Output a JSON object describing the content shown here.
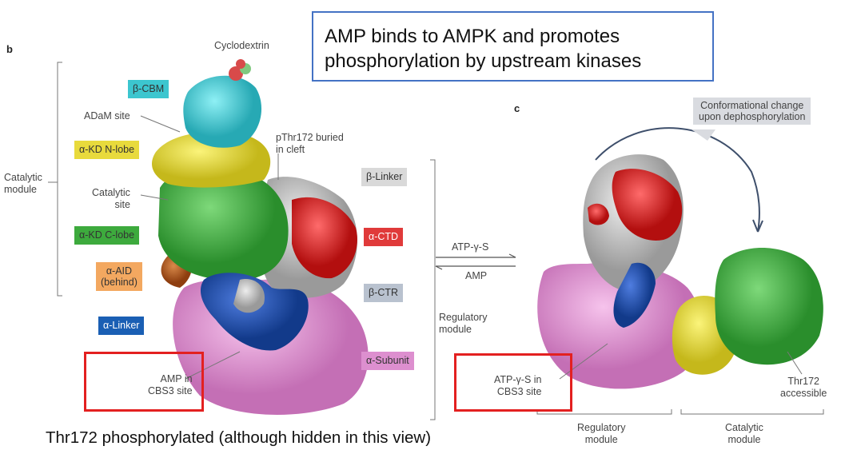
{
  "callout": {
    "text_line1": "AMP binds to AMPK and promotes",
    "text_line2": "phosphorylation by upstream kinases",
    "border_color": "#4472c4"
  },
  "panel_b": {
    "letter": "b",
    "top_label": "Cyclodextrin",
    "left_labels": {
      "catalytic_module_1": "Catalytic",
      "catalytic_module_2": "module",
      "adam_site": "ADaM site",
      "catalytic_site_1": "Catalytic",
      "catalytic_site_2": "site",
      "amp_cbs3_1": "AMP in",
      "amp_cbs3_2": "CBS3 site"
    },
    "tags_left": {
      "b_cbm": "β-CBM",
      "a_kd_n": "α-KD N-lobe",
      "a_kd_c": "α-KD C-lobe",
      "a_aid_1": "α-AID",
      "a_aid_2": "(behind)",
      "a_linker": "α-Linker"
    },
    "pthr_1": "pThr172 buried",
    "pthr_2": "in cleft",
    "tags_right": {
      "b_linker": "β-Linker",
      "a_ctd": "α-CTD",
      "b_ctr": "β-CTR",
      "a_subunit": "α-Subunit"
    },
    "regulatory_1": "Regulatory",
    "regulatory_2": "module"
  },
  "equilibrium": {
    "forward": "ATP-γ-S",
    "reverse": "AMP"
  },
  "panel_c": {
    "letter": "c",
    "conf_1": "Conformational change",
    "conf_2": "upon dephosphorylation",
    "atp_cbs3_1": "ATP-γ-S in",
    "atp_cbs3_2": "CBS3 site",
    "thr_1": "Thr172",
    "thr_2": "accessible",
    "regulatory_1": "Regulatory",
    "regulatory_2": "module",
    "catalytic_1": "Catalytic",
    "catalytic_2": "module"
  },
  "caption": "Thr172 phosphorylated (although hidden in this view)",
  "colors": {
    "cyan": "#3cc6cf",
    "yellow": "#e3d731",
    "green": "#3daa3d",
    "orange": "#b4561a",
    "gray": "#bfbfbf",
    "red": "#d81f1f",
    "blue": "#1a4fb0",
    "pink": "#dd8fcf",
    "highlight": "#e32020"
  }
}
